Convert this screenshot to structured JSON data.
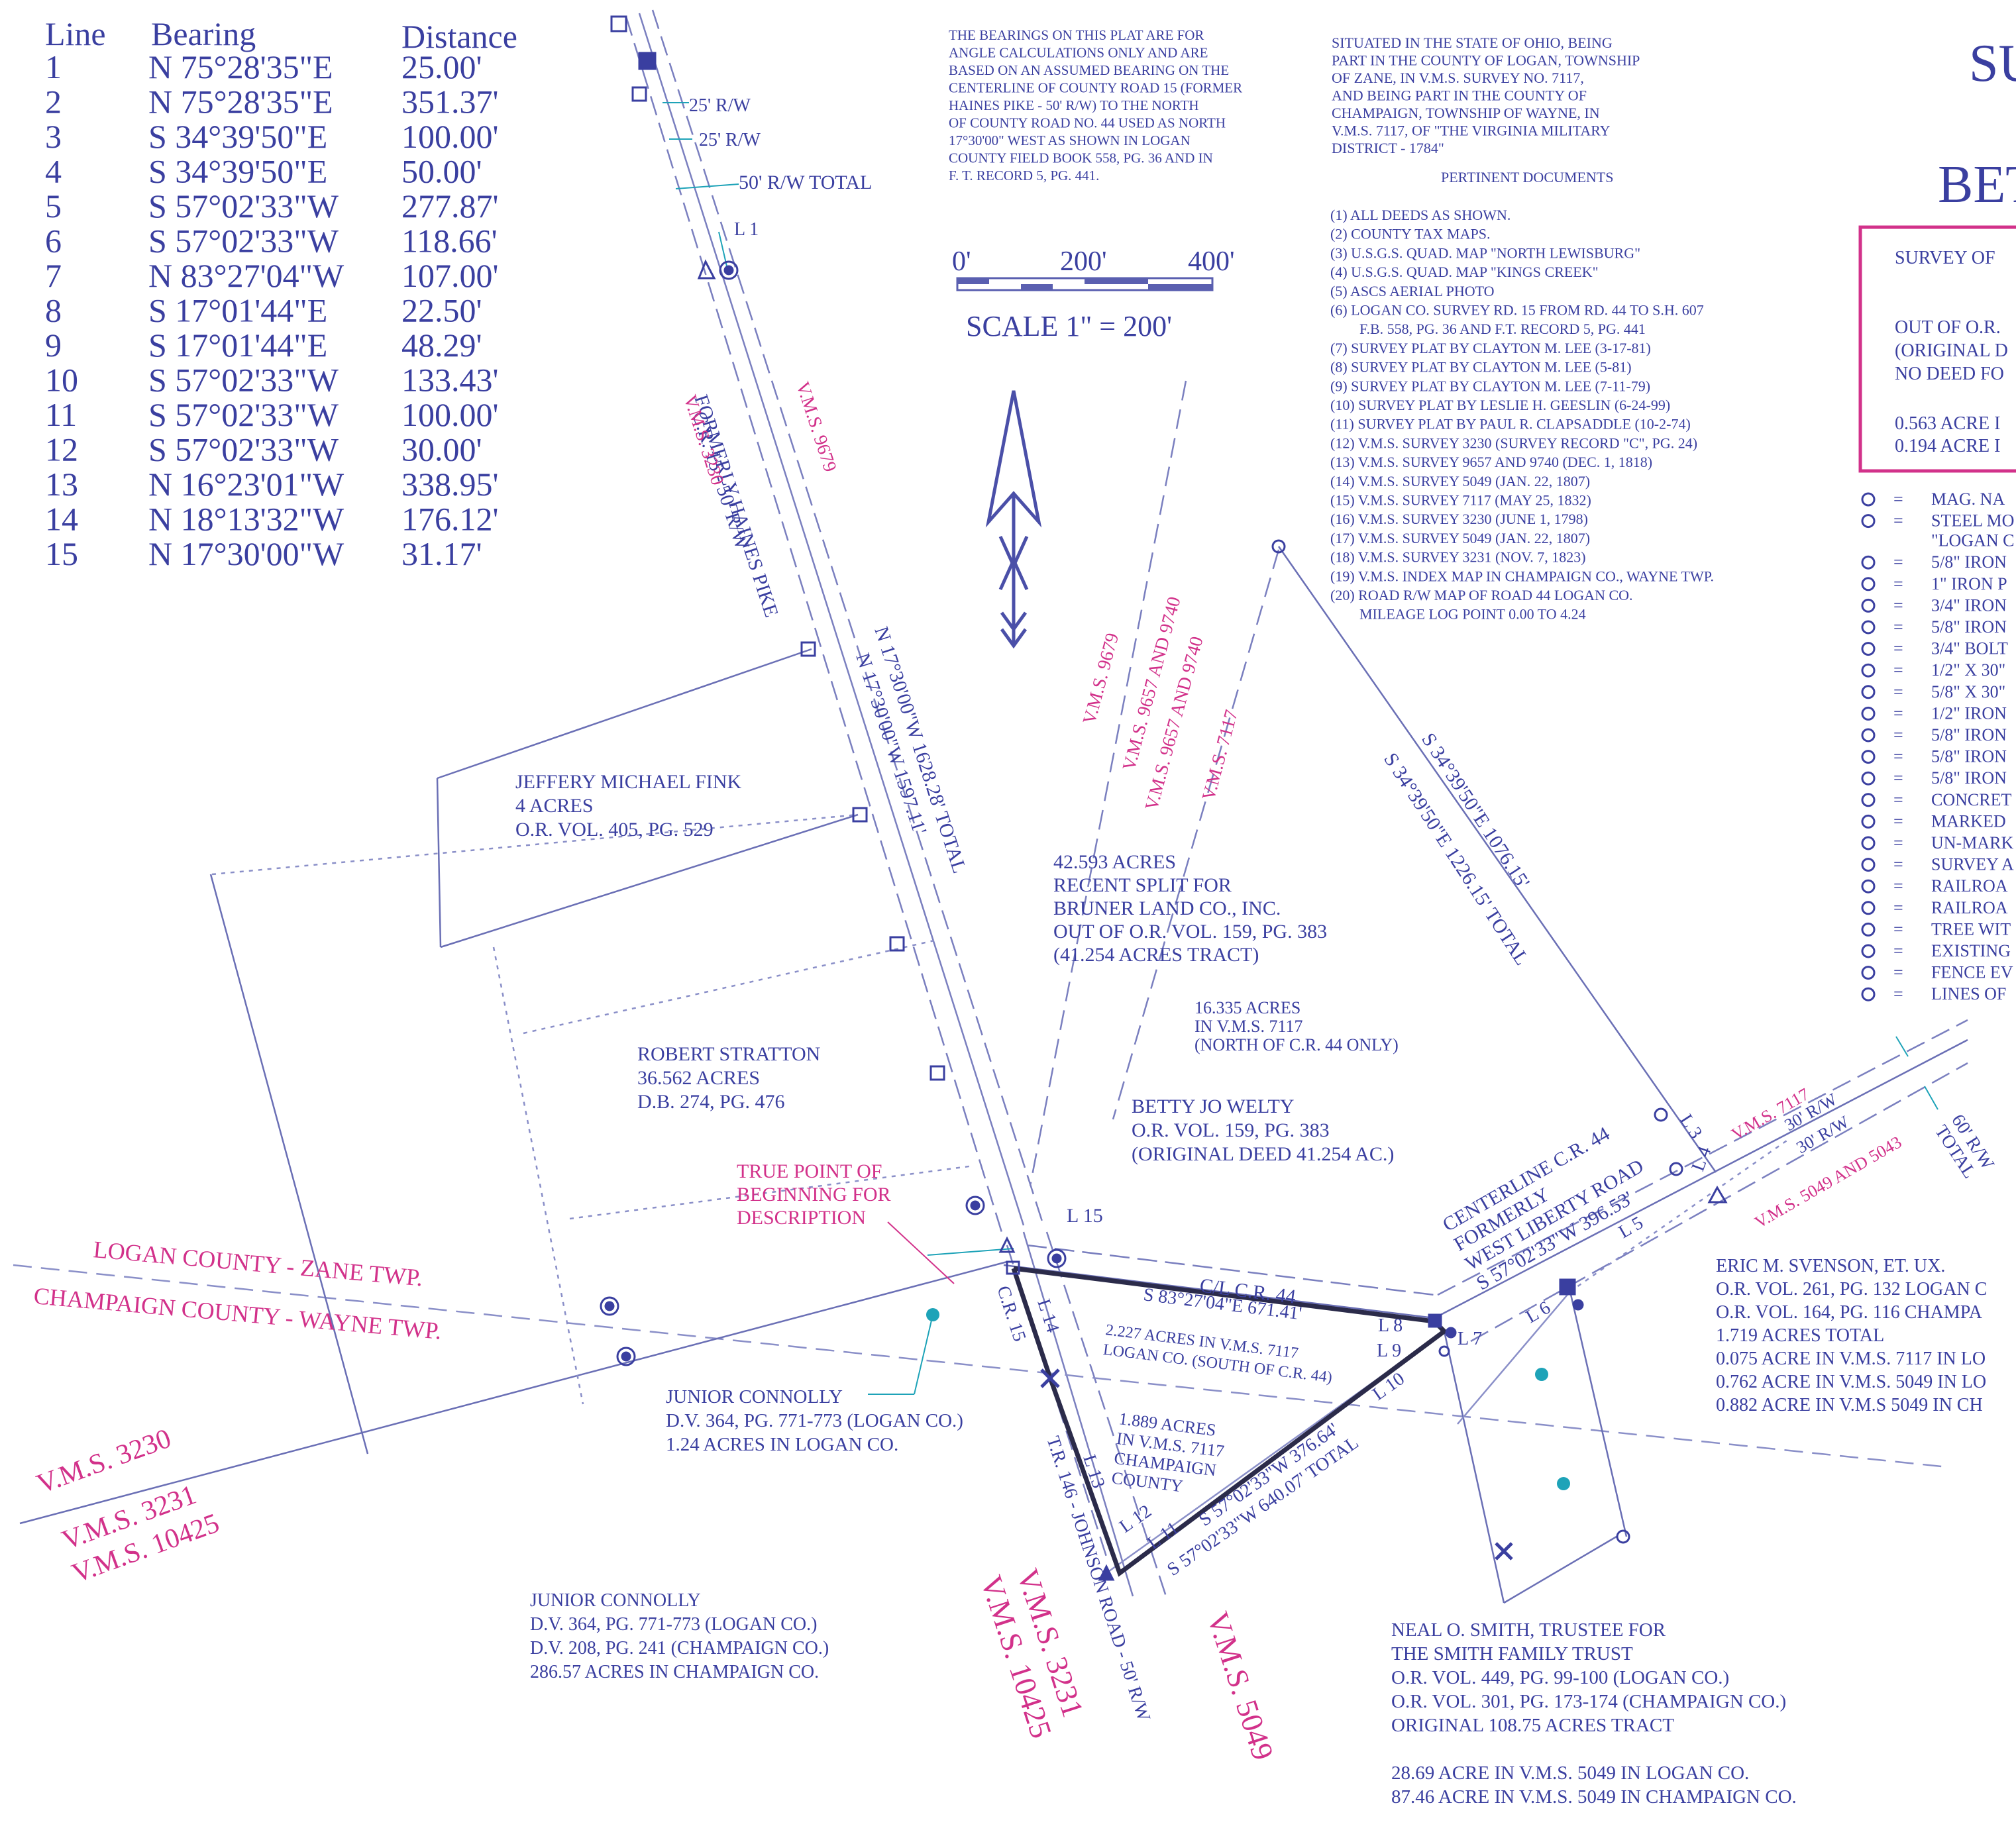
{
  "line_table": {
    "headers": [
      "Line",
      "Bearing",
      "Distance"
    ],
    "rows": [
      [
        "1",
        "N 75°28'35\"E",
        "25.00'"
      ],
      [
        "2",
        "N 75°28'35\"E",
        "351.37'"
      ],
      [
        "3",
        "S 34°39'50\"E",
        "100.00'"
      ],
      [
        "4",
        "S 34°39'50\"E",
        "50.00'"
      ],
      [
        "5",
        "S 57°02'33\"W",
        "277.87'"
      ],
      [
        "6",
        "S 57°02'33\"W",
        "118.66'"
      ],
      [
        "7",
        "N 83°27'04\"W",
        "107.00'"
      ],
      [
        "8",
        "S 17°01'44\"E",
        "22.50'"
      ],
      [
        "9",
        "S 17°01'44\"E",
        "48.29'"
      ],
      [
        "10",
        "S 57°02'33\"W",
        "133.43'"
      ],
      [
        "11",
        "S 57°02'33\"W",
        "100.00'"
      ],
      [
        "12",
        "S 57°02'33\"W",
        "30.00'"
      ],
      [
        "13",
        "N 16°23'01\"W",
        "338.95'"
      ],
      [
        "14",
        "N 18°13'32\"W",
        "176.12'"
      ],
      [
        "15",
        "N 17°30'00\"W",
        "31.17'"
      ]
    ]
  },
  "bearings_note": "THE BEARINGS ON THIS PLAT ARE FOR ANGLE CALCULATIONS ONLY AND ARE BASED ON AN ASSUMED BEARING ON THE CENTERLINE OF COUNTY ROAD 15 (FORMER HAINES PIKE - 50' R/W) TO THE NORTH OF COUNTY ROAD NO. 44 USED AS NORTH 17°30'00\" WEST AS SHOWN IN LOGAN COUNTY FIELD BOOK 558, PG. 36 AND IN F. T. RECORD 5, PG. 441.",
  "situation_note": "SITUATED IN THE STATE OF OHIO, BEING PART IN THE COUNTY OF LOGAN, TOWNSHIP OF ZANE, IN V.M.S. SURVEY NO. 7117, AND BEING PART IN THE COUNTY OF CHAMPAIGN, TOWNSHIP OF WAYNE, IN V.M.S. 7117, OF \"THE VIRGINIA MILITARY DISTRICT - 1784\"",
  "pertinent": {
    "title": "PERTINENT DOCUMENTS",
    "items": [
      "(1)  ALL DEEDS AS SHOWN.",
      "(2)  COUNTY TAX MAPS.",
      "(3)  U.S.G.S. QUAD. MAP \"NORTH LEWISBURG\"",
      "(4)  U.S.G.S. QUAD. MAP \"KINGS CREEK\"",
      "(5)  ASCS AERIAL PHOTO",
      "(6)  LOGAN CO. SURVEY RD. 15 FROM RD. 44 TO S.H. 607",
      "F.B. 558, PG. 36 AND F.T. RECORD 5, PG. 441",
      "(7)  SURVEY PLAT BY CLAYTON M. LEE  (3-17-81)",
      "(8)  SURVEY PLAT BY CLAYTON M. LEE  (5-81)",
      "(9)  SURVEY PLAT BY CLAYTON M. LEE  (7-11-79)",
      "(10) SURVEY PLAT BY LESLIE H. GEESLIN (6-24-99)",
      "(11) SURVEY PLAT BY PAUL R. CLAPSADDLE (10-2-74)",
      "(12) V.M.S. SURVEY 3230 (SURVEY RECORD \"C\", PG. 24)",
      "(13) V.M.S. SURVEY 9657 AND 9740 (DEC. 1, 1818)",
      "(14) V.M.S. SURVEY 5049  (JAN. 22, 1807)",
      "(15) V.M.S. SURVEY 7117  (MAY 25, 1832)",
      "(16) V.M.S. SURVEY 3230  (JUNE 1, 1798)",
      "(17) V.M.S. SURVEY 5049  (JAN. 22, 1807)",
      "(18) V.M.S. SURVEY 3231  (NOV. 7, 1823)",
      "(19) V.M.S. INDEX MAP IN CHAMPAIGN CO., WAYNE TWP.",
      "(20) ROAD R/W MAP OF ROAD 44 LOGAN CO.",
      "MILEAGE LOG POINT 0.00 TO 4.24"
    ]
  },
  "scale": {
    "t0": "0'",
    "t200": "200'",
    "t400": "400'",
    "label": "SCALE  1\"  =  200'"
  },
  "title_partial": {
    "su": "SU",
    "bet": "BET"
  },
  "survey_box": [
    "SURVEY OF",
    "OUT OF O.R.",
    "(ORIGINAL D",
    "NO DEED FO",
    "0.563 ACRE I",
    "0.194 ACRE I"
  ],
  "legend": [
    "MAG. NA",
    "STEEL MO",
    "\"LOGAN C",
    "5/8\" IRON",
    "1\" IRON P",
    "3/4\" IRON",
    "5/8\" IRON",
    "3/4\" BOLT",
    "1/2\" X 30\"",
    "5/8\" X 30\"",
    "1/2\" IRON",
    "5/8\" IRON",
    "5/8\" IRON",
    "5/8\" IRON",
    "CONCRET",
    "MARKED",
    "UN-MARK",
    "SURVEY A",
    "RAILROA",
    "RAILROA",
    "TREE WIT",
    "EXISTING",
    "FENCE EV",
    "LINES OF"
  ],
  "labels": {
    "rw25a": "25' R/W",
    "rw25b": "25' R/W",
    "rw50": "50' R/W TOTAL",
    "L1": "L 1",
    "cr15a": "C.R. 15 - 50' R/W",
    "cr15b": "FORMERLY HAINES PIKE",
    "vms3230_road": "V.M.S. 3230",
    "vms9679_road": "V.M.S. 9679",
    "brg1628": "N 17°30'00\"W  1628.28' TOTAL",
    "brg1597": "N 17°30'00\"W  1597.11'",
    "vms9679": "V.M.S. 9679",
    "vms9657a": "V.M.S. 9657 AND 9740",
    "vms9657b": "V.M.S. 9657 AND 9740",
    "vms7117": "V.M.S. 7117",
    "brg1076": "S 34°39'50\"E  1076.15'",
    "brg1226": "S 34°39'50\"E  1226.15'  TOTAL",
    "fink": [
      "JEFFERY MICHAEL FINK",
      "4 ACRES",
      "O.R. VOL. 405, PG. 529"
    ],
    "bruner": [
      "42.593 ACRES",
      "RECENT SPLIT FOR",
      "BRUNER LAND CO., INC.",
      "OUT OF O.R. VOL. 159, PG. 383",
      "(41.254 ACRES TRACT)"
    ],
    "acres16335": [
      "16.335 ACRES",
      "IN V.M.S. 7117",
      "(NORTH OF C.R. 44 ONLY)"
    ],
    "stratton": [
      "ROBERT STRATTON",
      "36.562 ACRES",
      "D.B. 274, PG. 476"
    ],
    "welty": [
      "BETTY JO WELTY",
      "O.R. VOL. 159, PG. 383",
      "(ORIGINAL DEED 41.254 AC.)"
    ],
    "tpob": [
      "TRUE POINT OF",
      "BEGINNING FOR",
      "DESCRIPTION"
    ],
    "L15": "L 15",
    "logan_zane": "LOGAN COUNTY - ZANE TWP.",
    "champ_wayne": "CHAMPAIGN COUNTY - WAYNE TWP.",
    "cl_cr44": "C/L C.R. 44",
    "brg671": "S 83°27'04\"E  671.41'",
    "acres2227": [
      "2.227 ACRES IN V.M.S. 7117",
      "LOGAN CO. (SOUTH OF C.R. 44)"
    ],
    "L8": "L 8",
    "L9": "L 9",
    "L7": "L 7",
    "L6": "L 6",
    "L5": "L 5",
    "L3": "L 3",
    "L4": "L 4",
    "L10": "L 10",
    "L11": "L 11",
    "L12": "L 12",
    "L13": "L 13",
    "L14": "L 14",
    "cr15": "C.R. 15",
    "centerline": [
      "CENTERLINE C.R. 44",
      "FORMERLY",
      "WEST LIBERTY ROAD",
      "S 57°02'33\"W  396.53'"
    ],
    "vms7117_right": "V.M.S. 7117",
    "rw30a": "30' R/W",
    "rw30b": "30' R/W",
    "vms5049_5043": "V.M.S. 5049 AND 5043",
    "rw60": [
      "60' R/W",
      "TOTAL"
    ],
    "svenson": [
      "ERIC M. SVENSON, ET. UX.",
      "O.R. VOL. 261, PG. 132 LOGAN C",
      "O.R. VOL. 164, PG. 116 CHAMPA",
      "1.719 ACRES TOTAL",
      "0.075 ACRE IN V.M.S. 7117 IN LO",
      "0.762 ACRE IN V.M.S. 5049 IN LO",
      "0.882 ACRE IN V.M.S 5049 IN CH"
    ],
    "connolly1": [
      "JUNIOR CONNOLLY",
      "D.V. 364, PG. 771-773 (LOGAN CO.)",
      "1.24 ACRES IN LOGAN CO."
    ],
    "acres1889": [
      "1.889 ACRES",
      "IN V.M.S. 7117",
      "CHAMPAIGN",
      "COUNTY"
    ],
    "brg376": "S 57°02'33\"W  376.64'",
    "brg640": "S 57°02'33\"W  640.07'  TOTAL",
    "johnson": "T.R. 146 - JOHNSON ROAD - 50' R/W",
    "vms3230_left": "V.M.S. 3230",
    "vms3231_left": "V.M.S. 3231",
    "vms10425_left": "V.M.S. 10425",
    "connolly2": [
      "JUNIOR CONNOLLY",
      "D.V. 364, PG. 771-773 (LOGAN CO.)",
      "D.V. 208, PG. 241 (CHAMPAIGN CO.)",
      "286.57 ACRES IN CHAMPAIGN CO."
    ],
    "vms3231_bottom": "V.M.S. 3231",
    "vms10425_bottom": "V.M.S. 10425",
    "vms5049_bottom": "V.M.S. 5049",
    "smith": [
      "NEAL O. SMITH, TRUSTEE FOR",
      "THE SMITH FAMILY TRUST",
      "O.R. VOL. 449, PG. 99-100  (LOGAN CO.)",
      "O.R. VOL. 301, PG. 173-174  (CHAMPAIGN CO.)",
      "ORIGINAL 108.75 ACRES TRACT",
      "",
      "28.69 ACRE IN V.M.S. 5049 IN LOGAN CO.",
      "87.46 ACRE IN V.M.S. 5049 IN CHAMPAIGN CO."
    ]
  },
  "colors": {
    "ink": "#3a3fa0",
    "pink": "#d2318a",
    "line": "#7a7fbf",
    "parcel": "#2b2b4a",
    "teal": "#1ea3b8"
  }
}
